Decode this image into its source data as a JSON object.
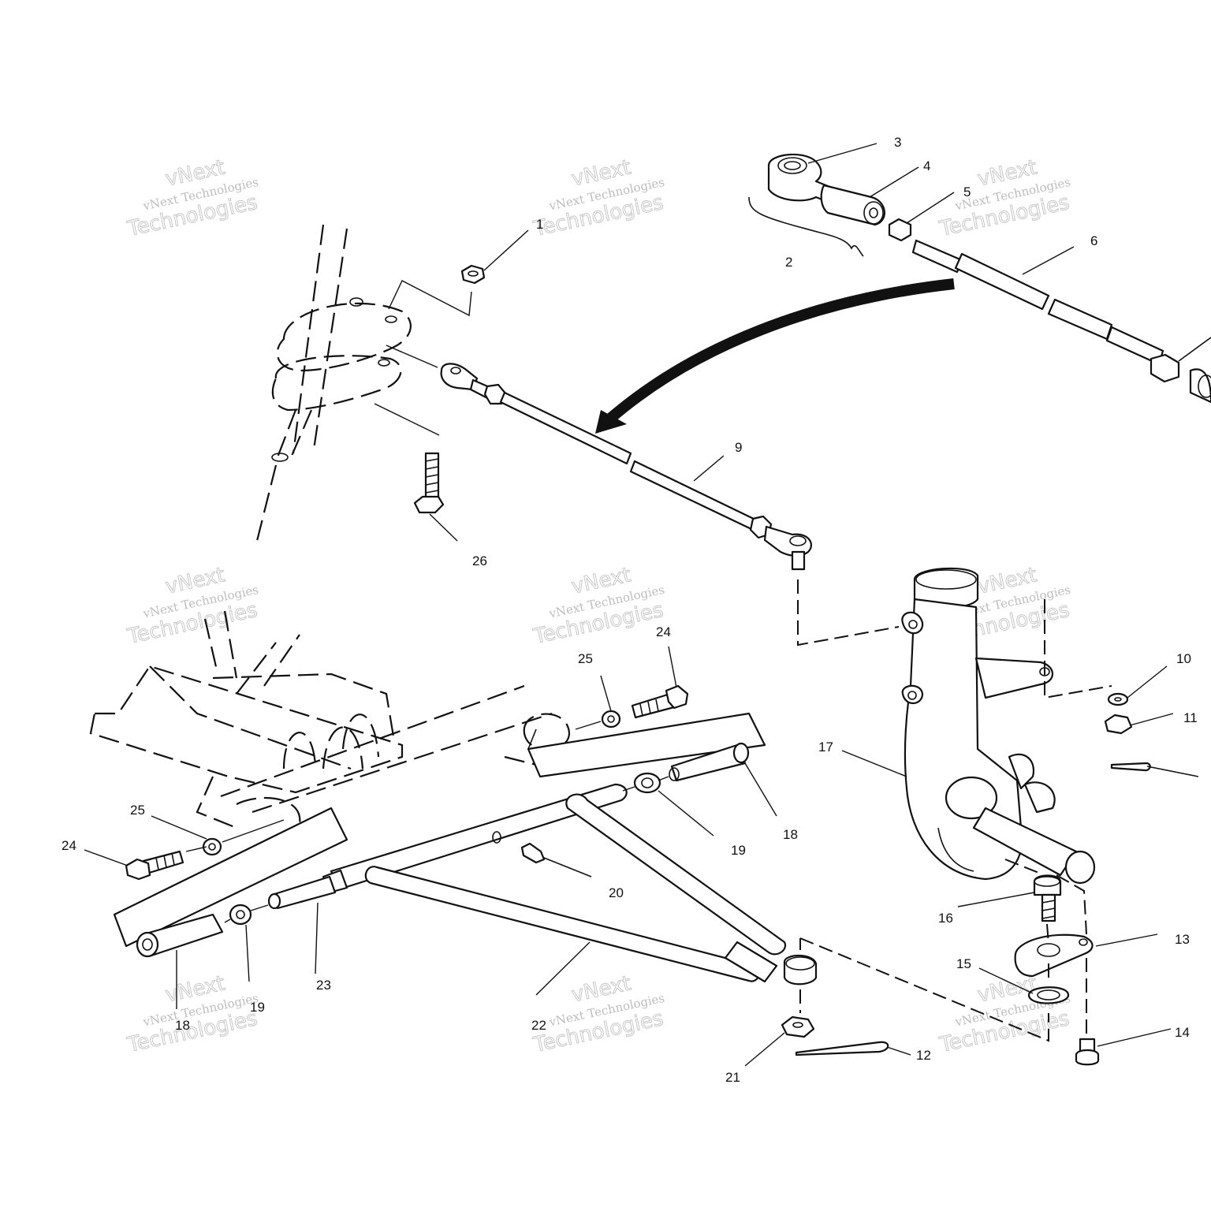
{
  "watermark": {
    "line1": "vNext",
    "line2": "vNext Technologies",
    "line3": "Technologies"
  },
  "callouts": [
    {
      "id": "c1",
      "label": "1"
    },
    {
      "id": "c2",
      "label": "2"
    },
    {
      "id": "c3",
      "label": "3"
    },
    {
      "id": "c4",
      "label": "4"
    },
    {
      "id": "c5",
      "label": "5"
    },
    {
      "id": "c6",
      "label": "6"
    },
    {
      "id": "c9",
      "label": "9"
    },
    {
      "id": "c10",
      "label": "10"
    },
    {
      "id": "c11",
      "label": "11"
    },
    {
      "id": "c12",
      "label": "12"
    },
    {
      "id": "c13",
      "label": "13"
    },
    {
      "id": "c14",
      "label": "14"
    },
    {
      "id": "c15",
      "label": "15"
    },
    {
      "id": "c16",
      "label": "16"
    },
    {
      "id": "c17",
      "label": "17"
    },
    {
      "id": "c18a",
      "label": "18"
    },
    {
      "id": "c18b",
      "label": "18"
    },
    {
      "id": "c19a",
      "label": "19"
    },
    {
      "id": "c19b",
      "label": "19"
    },
    {
      "id": "c20",
      "label": "20"
    },
    {
      "id": "c21",
      "label": "21"
    },
    {
      "id": "c22",
      "label": "22"
    },
    {
      "id": "c23",
      "label": "23"
    },
    {
      "id": "c24a",
      "label": "24"
    },
    {
      "id": "c24b",
      "label": "24"
    },
    {
      "id": "c25a",
      "label": "25"
    },
    {
      "id": "c25b",
      "label": "25"
    },
    {
      "id": "c26",
      "label": "26"
    }
  ]
}
